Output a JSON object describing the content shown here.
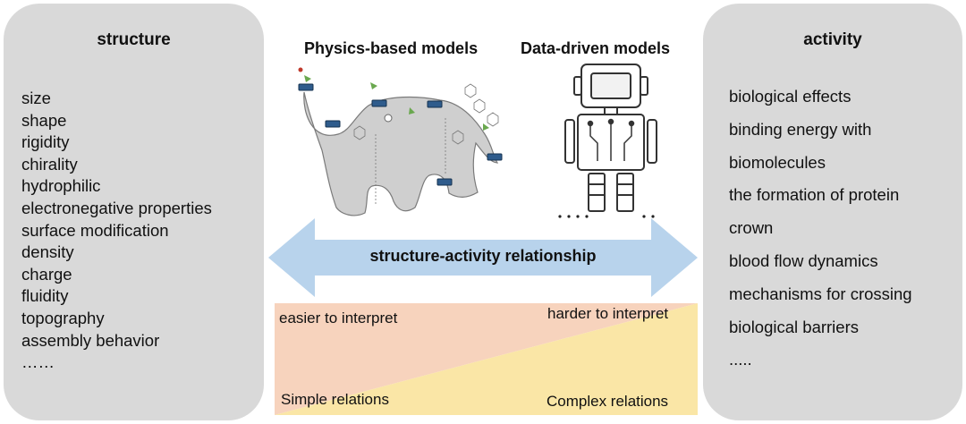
{
  "structure": {
    "title": "structure",
    "items": [
      "size",
      "shape",
      "rigidity",
      "chirality",
      "hydrophilic",
      "electronegative properties",
      "surface modification",
      "density",
      "charge",
      "fluidity",
      "topography",
      "assembly behavior",
      "……"
    ]
  },
  "activity": {
    "title": "activity",
    "items": [
      "biological effects",
      "binding energy with",
      "biomolecules",
      "the formation of protein",
      "crown",
      "blood flow dynamics",
      "mechanisms for crossing",
      "biological barriers",
      "....."
    ]
  },
  "models": {
    "physics": "Physics-based models",
    "data": "Data-driven models"
  },
  "relationship": {
    "label": "structure-activity relationship"
  },
  "interpretability": {
    "easier": "easier to interpret",
    "harder": "harder to interpret",
    "simple": "Simple relations",
    "complex": "Complex relations"
  },
  "colors": {
    "panel": "#d9d9d9",
    "arrow": "#b8d3ec",
    "peach": "#f7d3bd",
    "yellow": "#fae6a6"
  }
}
